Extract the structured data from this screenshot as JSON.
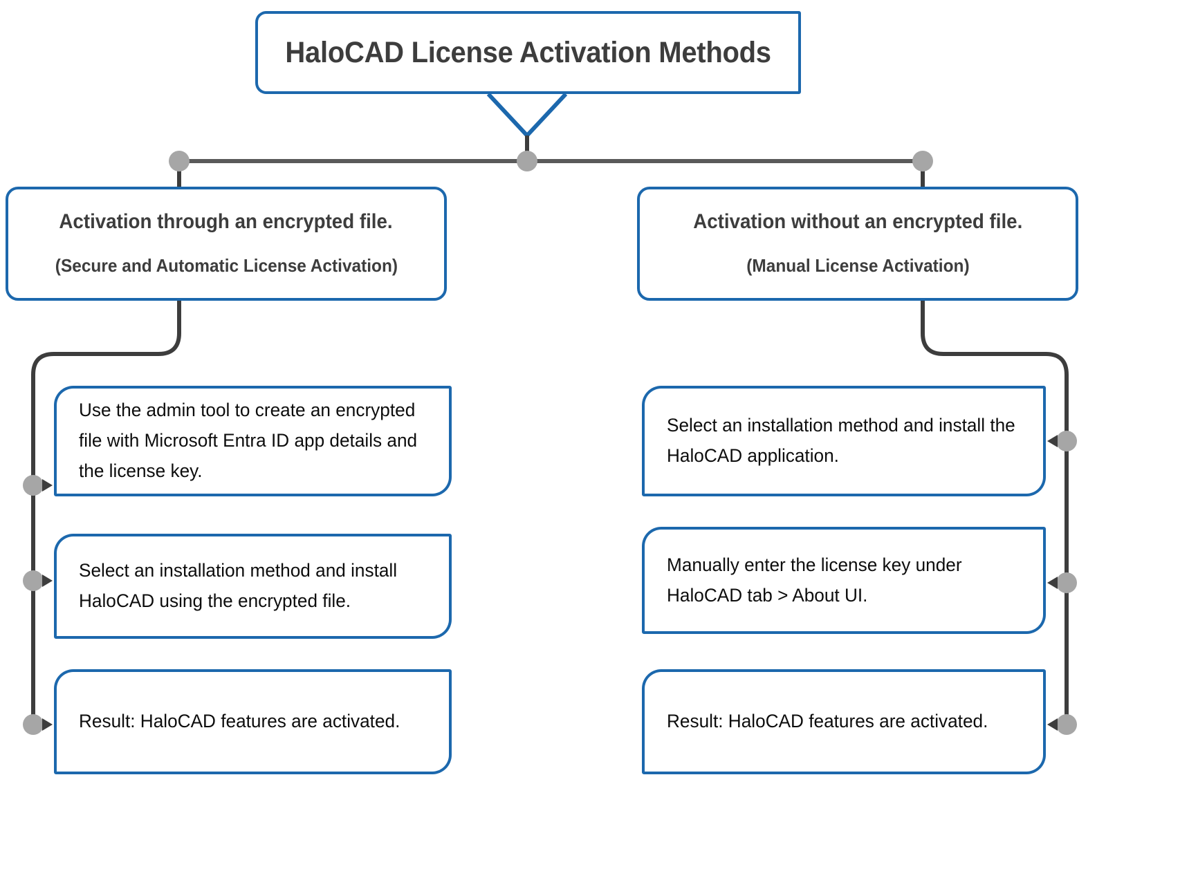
{
  "diagram": {
    "title": "HaloCAD License Activation Methods",
    "colors": {
      "box_border_blue": "#1c68ad",
      "connector_gray": "#3d3d3d",
      "node_dot_gray": "#a6a6a6",
      "title_text": "#3d3d3d",
      "body_text": "#0d0d0d",
      "background": "#ffffff"
    },
    "branches": [
      {
        "id": "encrypted-file",
        "title": "Activation through an encrypted file.",
        "subtitle": "(Secure and Automatic License Activation)",
        "steps": [
          "Use the admin tool to create an encrypted file with Microsoft Entra ID app details and the license key.",
          "Select an installation method and install HaloCAD using the encrypted file.",
          "Result: HaloCAD features are activated."
        ]
      },
      {
        "id": "manual",
        "title": "Activation without an encrypted file.",
        "subtitle": "(Manual License Activation)",
        "steps": [
          "Select an installation method and install the HaloCAD application.",
          "Manually enter the license key under HaloCAD tab > About UI.",
          "Result: HaloCAD features are activated."
        ]
      }
    ]
  }
}
